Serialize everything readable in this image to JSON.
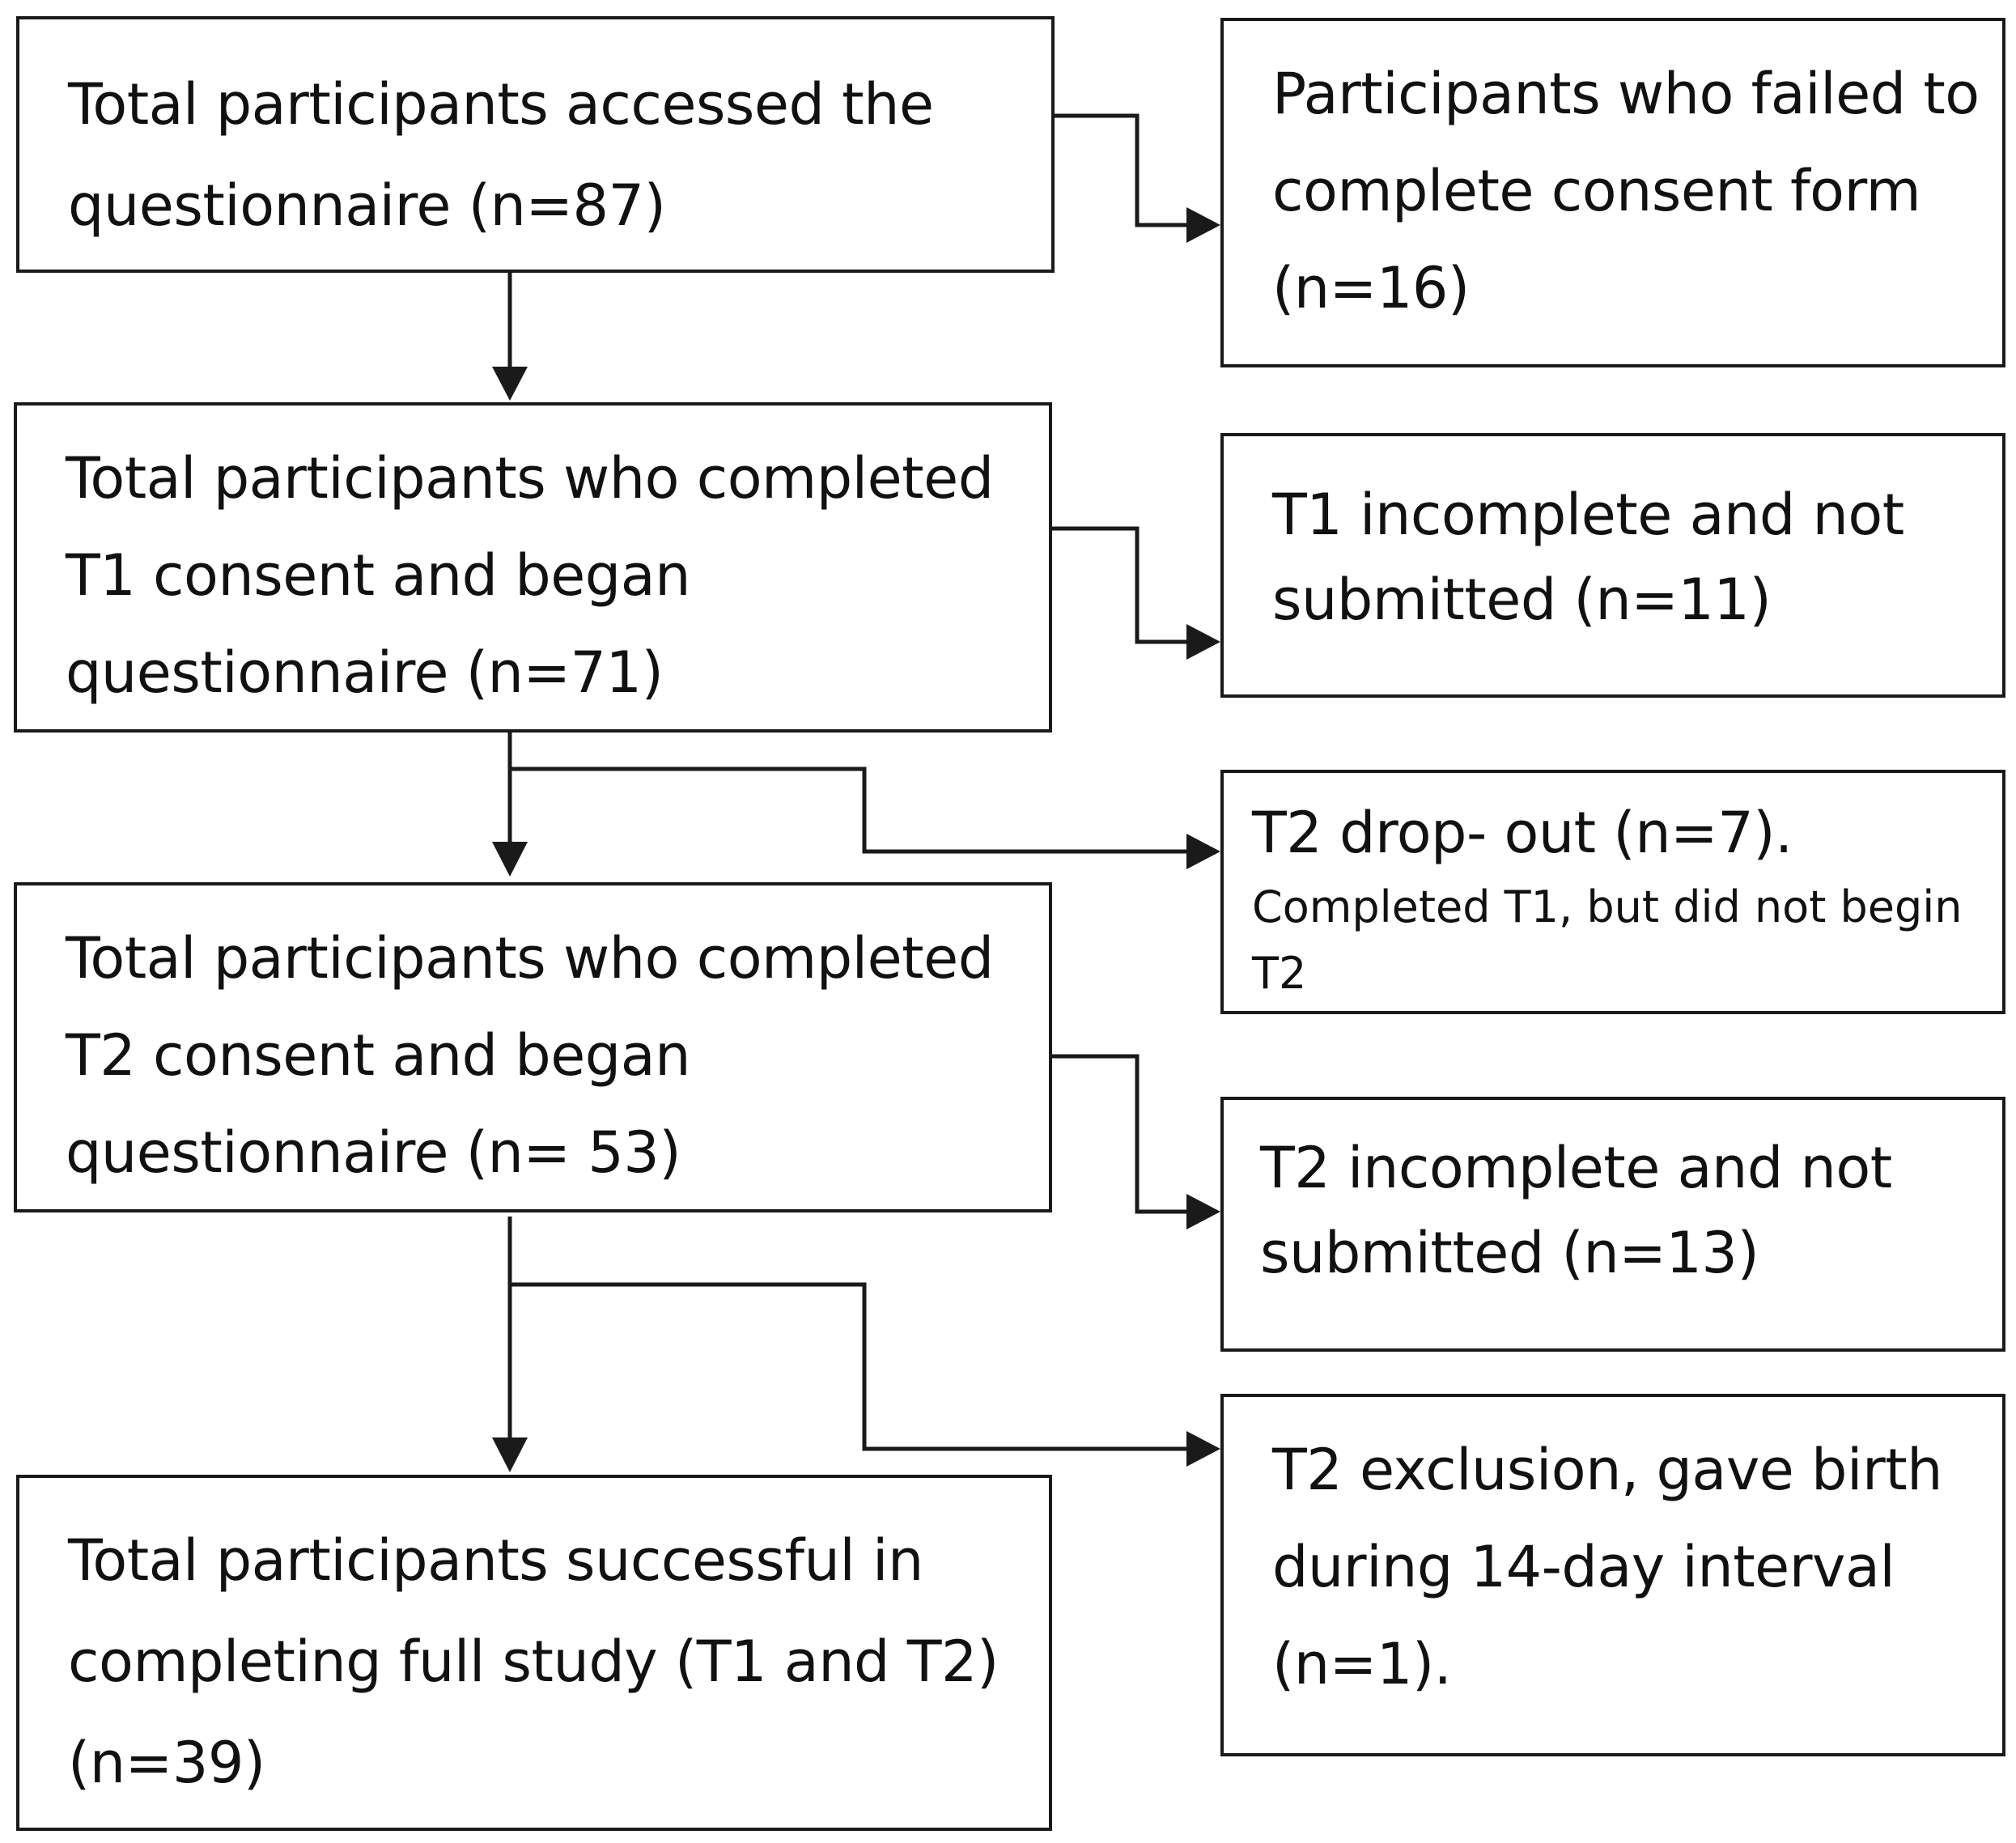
{
  "flowchart": {
    "main": [
      {
        "id": "accessed",
        "text": "Total participants accessed the questionnaire (n=87)"
      },
      {
        "id": "t1_began",
        "text": "Total participants who completed T1 consent and began questionnaire (n=71)"
      },
      {
        "id": "t2_began",
        "text": "Total participants who completed T2 consent and began questionnaire (n= 53)"
      },
      {
        "id": "completed",
        "text": "Total participants successful in completing full study (T1 and T2) (n=39)"
      }
    ],
    "side": [
      {
        "id": "failed_consent",
        "text": "Participants who failed to complete consent form (n=16)"
      },
      {
        "id": "t1_incomplete",
        "text": "T1 incomplete and not submitted (n=11)"
      },
      {
        "id": "t2_dropout",
        "text": "T2 drop- out (n=7).",
        "note": "Completed T1, but did not begin T2"
      },
      {
        "id": "t2_incomplete",
        "text": "T2 incomplete and not submitted (n=13)"
      },
      {
        "id": "t2_exclusion",
        "text": "T2 exclusion, gave birth during 14-day interval (n=1)."
      }
    ]
  }
}
